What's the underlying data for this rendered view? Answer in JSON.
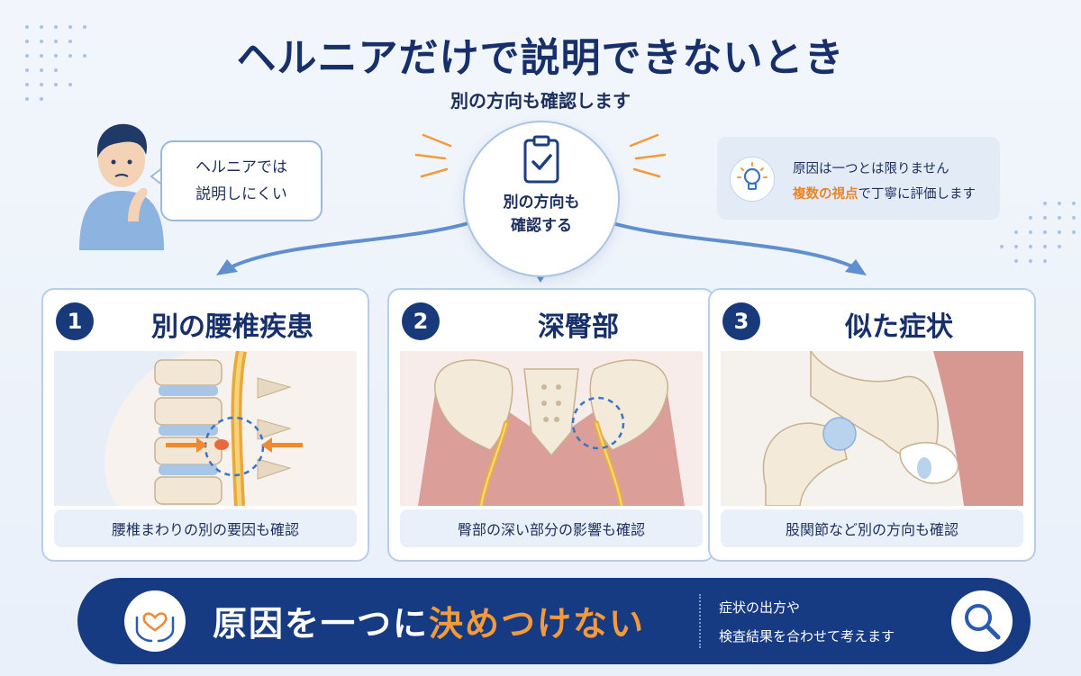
{
  "title": "ヘルニアだけで説明できないとき",
  "subtitle": "別の方向も確認します",
  "person_bubble": {
    "line1": "ヘルニアでは",
    "line2": "説明しにくい"
  },
  "center": {
    "line1": "別の方向も",
    "line2": "確認する"
  },
  "info": {
    "line1": "原因は一つとは限りません",
    "line2_highlight": "複数の視点",
    "line2_rest": "で丁寧に評価します"
  },
  "cards": [
    {
      "num": "1",
      "title": "別の腰椎疾患",
      "caption": "腰椎まわりの別の要因も確認"
    },
    {
      "num": "2",
      "title": "深臀部",
      "caption": "臀部の深い部分の影響も確認"
    },
    {
      "num": "3",
      "title": "似た症状",
      "caption": "股関節など別の方向も確認"
    }
  ],
  "bottom": {
    "main_prefix": "原因を一つに",
    "main_highlight": "決めつけない",
    "side_line1": "症状の出方や",
    "side_line2": "検査結果を合わせて考えます"
  },
  "colors": {
    "navy": "#173b82",
    "orange": "#e7852a",
    "light_blue": "#e3ebf7"
  },
  "icons": [
    "clipboard-check-icon",
    "lightbulb-icon",
    "heart-hands-icon",
    "magnifier-icon",
    "thinking-person-icon"
  ]
}
